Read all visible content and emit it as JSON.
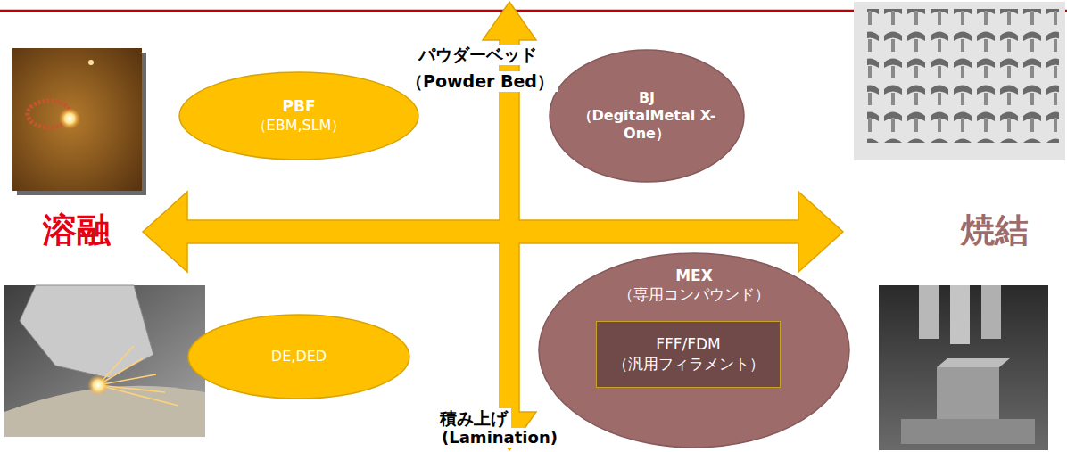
{
  "diagram": {
    "nodes": [
      {
        "text": [
          "PBF",
          "（EBM,SLM）"
        ]
      },
      {
        "text": [
          "BJ",
          "（DegitalMetal X-One）"
        ]
      },
      {
        "text": [
          "DE,DED"
        ]
      },
      {
        "text": [
          "MEX",
          "（専用コンパウンド）"
        ]
      },
      {
        "text": [
          "FFF/FDM",
          "（汎用フィラメント）"
        ],
        "in": 3
      }
    ],
    "labels": [
      "パウダーベッド",
      "（Powder Bed）",
      "積み上げ",
      "(Lamination)",
      "溶融",
      "焼結"
    ]
  }
}
